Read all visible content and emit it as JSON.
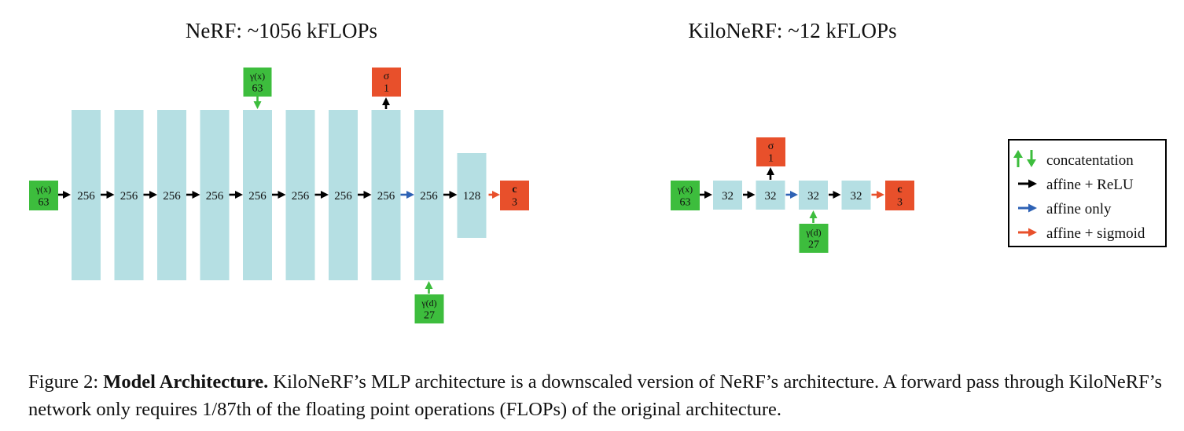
{
  "nerf": {
    "title": "NeRF: ~1056 kFLOPs",
    "layers": [
      "256",
      "256",
      "256",
      "256",
      "256",
      "256",
      "256",
      "256",
      "256",
      "128"
    ],
    "input_x": {
      "symbol": "γ(x)",
      "dim": "63"
    },
    "skip_x": {
      "symbol": "γ(x)",
      "dim": "63"
    },
    "input_d": {
      "symbol": "γ(d)",
      "dim": "27"
    },
    "sigma_out": {
      "symbol": "σ",
      "dim": "1"
    },
    "color_out": {
      "symbol": "c",
      "dim": "3"
    }
  },
  "kilonerf": {
    "title": "KiloNeRF: ~12 kFLOPs",
    "layers": [
      "32",
      "32",
      "32",
      "32"
    ],
    "input_x": {
      "symbol": "γ(x)",
      "dim": "63"
    },
    "input_d": {
      "symbol": "γ(d)",
      "dim": "27"
    },
    "sigma_out": {
      "symbol": "σ",
      "dim": "1"
    },
    "color_out": {
      "symbol": "c",
      "dim": "3"
    }
  },
  "legend": {
    "items": [
      {
        "label": "concatentation",
        "kind": "concat",
        "color": "#3dbd3d"
      },
      {
        "label": "affine + ReLU",
        "kind": "arrow",
        "color": "#000000"
      },
      {
        "label": "affine only",
        "kind": "arrow",
        "color": "#2e62b5"
      },
      {
        "label": "affine + sigmoid",
        "kind": "arrow",
        "color": "#e8502b"
      }
    ]
  },
  "colors": {
    "layer": "#b5dfe3",
    "input": "#3dbd3d",
    "output": "#e8502b",
    "relu": "#000000",
    "affine": "#2e62b5",
    "sigmoid": "#e8502b",
    "concat": "#3dbd3d"
  },
  "caption": {
    "prefix": "Figure 2: ",
    "bold": "Model Architecture.",
    "text": " KiloNeRF’s MLP architecture is a downscaled version of NeRF’s architecture. A forward pass through KiloNeRF’s network only requires 1/87th of the floating point operations (FLOPs) of the original architecture."
  }
}
